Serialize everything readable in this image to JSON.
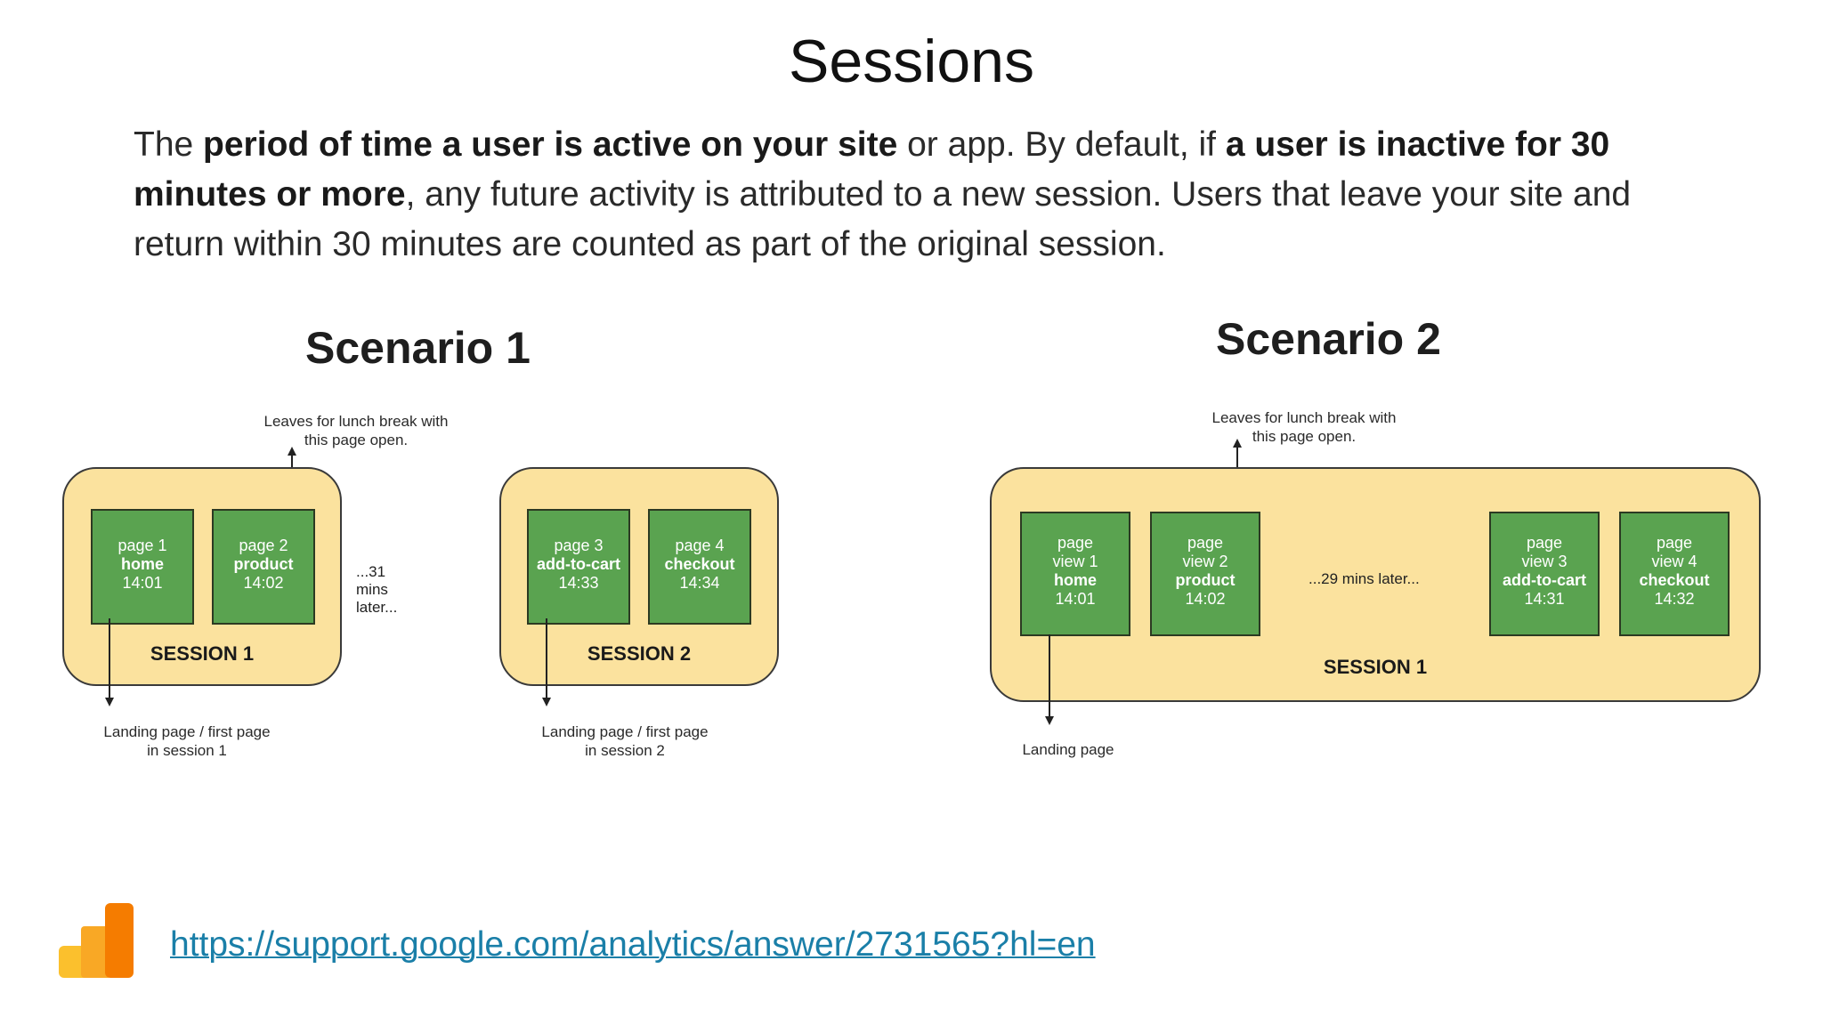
{
  "title": "Sessions",
  "intro": {
    "t1": "The ",
    "b1": "period of time a user is active on your site",
    "t2": " or app. By default, if ",
    "b2": "a user is inactive for 30 minutes or more",
    "t3": ", any future activity is attributed to a new session. Users that leave your site and return within 30 minutes are counted as part of the original session."
  },
  "scenario1": {
    "title": "Scenario 1",
    "top_note": [
      "Leaves for lunch break with",
      "this page open."
    ],
    "gap_text": "...31 mins later...",
    "sessions": [
      {
        "label": "SESSION 1",
        "pages": [
          {
            "line1": "page   1",
            "name": "home",
            "time": "14:01"
          },
          {
            "line1": "page   2",
            "name": "product",
            "time": "14:02"
          }
        ],
        "bottom_note": [
          "Landing page / first page",
          "in session 1"
        ]
      },
      {
        "label": "SESSION 2",
        "pages": [
          {
            "line1": "page   3",
            "name": "add-to-cart",
            "time": "14:33"
          },
          {
            "line1": "page 4",
            "name": "checkout",
            "time": "14:34"
          }
        ],
        "bottom_note": [
          "Landing page / first page",
          "in session 2"
        ]
      }
    ]
  },
  "scenario2": {
    "title": "Scenario 2",
    "top_note": [
      "Leaves for lunch break with",
      "this page open."
    ],
    "gap_text": "...29 mins later...",
    "session_label": "SESSION 1",
    "pages": [
      {
        "line1": "page",
        "line2": "view 1",
        "name": "home",
        "time": "14:01"
      },
      {
        "line1": "page",
        "line2": "view 2",
        "name": "product",
        "time": "14:02"
      },
      {
        "line1": "page",
        "line2": "view 3",
        "name": "add-to-cart",
        "time": "14:31"
      },
      {
        "line1": "page",
        "line2": "view 4",
        "name": "checkout",
        "time": "14:32"
      }
    ],
    "bottom_note": "Landing page"
  },
  "footer": {
    "link_text": "https://support.google.com/analytics/answer/2731565?hl=en",
    "logo_icon": "google-analytics-logo-icon"
  },
  "colors": {
    "session_fill": "#fbe29e",
    "page_fill": "#5aa350",
    "link": "#1a7fa8",
    "logo_orange": "#f57c00",
    "logo_yellow": "#fbc02d"
  }
}
